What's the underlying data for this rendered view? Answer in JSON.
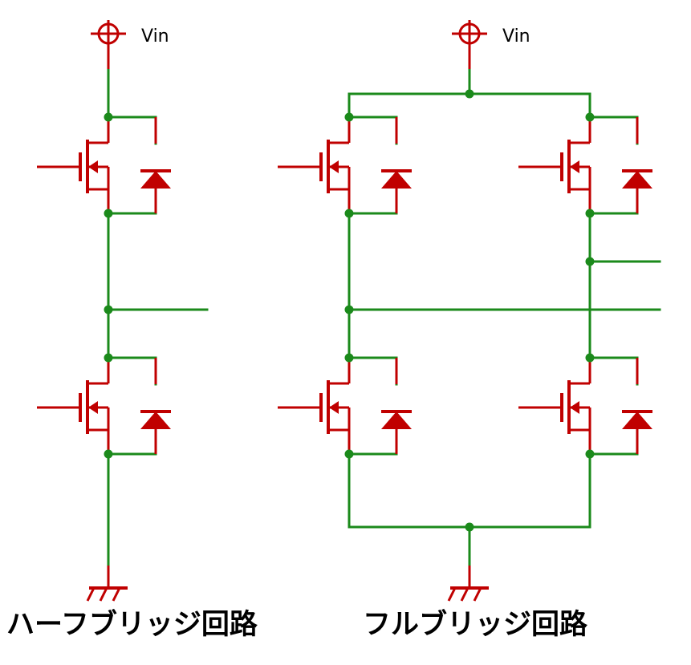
{
  "colors": {
    "wire": "#1b8a1b",
    "component": "#c00000",
    "junction": "#1b8a1b",
    "text": "#000000"
  },
  "labels": {
    "vin_left": "Vin",
    "vin_right": "Vin"
  },
  "captions": {
    "half_bridge": "ハーフブリッジ回路",
    "full_bridge": "フルブリッジ回路"
  },
  "circuits": [
    {
      "name": "half-bridge",
      "switches": 2,
      "outputs": 1
    },
    {
      "name": "full-bridge",
      "switches": 4,
      "outputs": 2
    }
  ]
}
